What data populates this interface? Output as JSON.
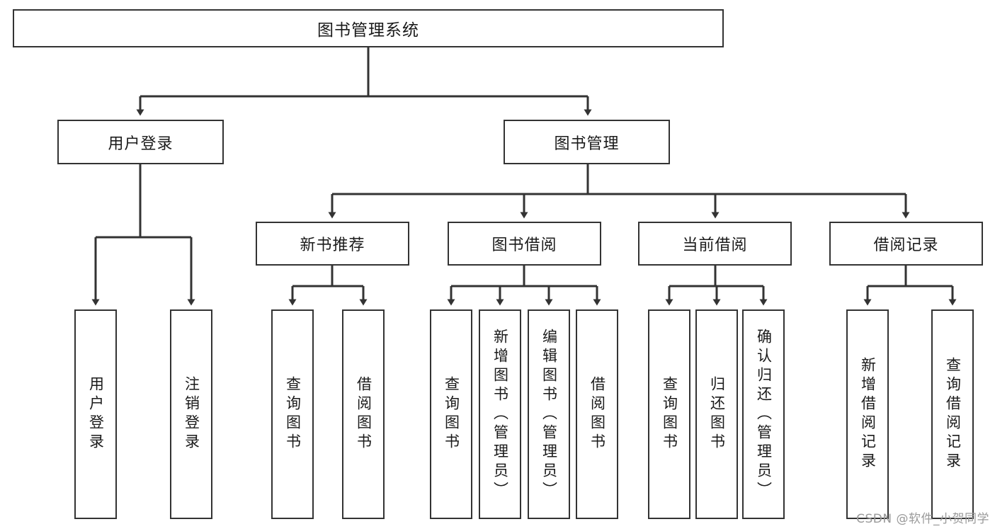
{
  "diagram": {
    "title": "图书管理系统",
    "root": {
      "label": "图书管理系统"
    },
    "level2": [
      {
        "label": "用户登录"
      },
      {
        "label": "图书管理"
      }
    ],
    "level3": [
      {
        "label": "新书推荐"
      },
      {
        "label": "图书借阅"
      },
      {
        "label": "当前借阅"
      },
      {
        "label": "借阅记录"
      }
    ],
    "leaves": {
      "user_login": [
        {
          "label": "用户登录"
        },
        {
          "label": "注销登录"
        }
      ],
      "new_book_recommend": [
        {
          "label": "查询图书"
        },
        {
          "label": "借阅图书"
        }
      ],
      "book_borrow": [
        {
          "label": "查询图书"
        },
        {
          "label": "新增图书（管理员）"
        },
        {
          "label": "编辑图书（管理员）"
        },
        {
          "label": "借阅图书"
        }
      ],
      "current_borrow": [
        {
          "label": "查询图书"
        },
        {
          "label": "归还图书"
        },
        {
          "label": "确认归还（管理员）"
        }
      ],
      "borrow_record": [
        {
          "label": "新增借阅记录"
        },
        {
          "label": "查询借阅记录"
        }
      ]
    }
  },
  "watermark": {
    "text": "CSDN @软件_小贺同学"
  },
  "colors": {
    "stroke": "#333333",
    "fill": "#ffffff",
    "text": "#1a1a1a",
    "watermark": "#9a9a9a"
  }
}
